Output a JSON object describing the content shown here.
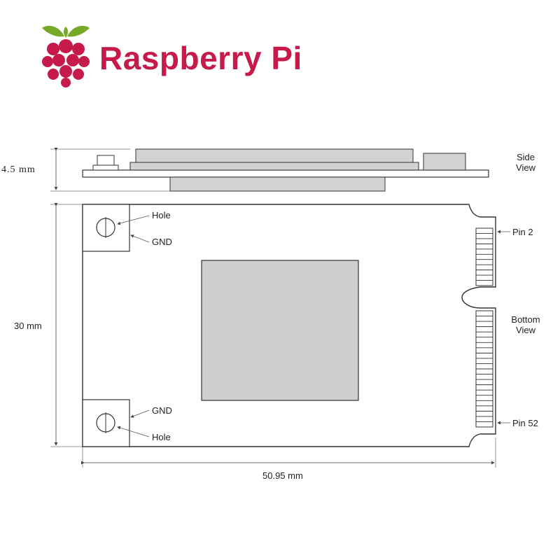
{
  "brand": {
    "name": "Raspberry Pi",
    "color": "#c51a4a",
    "leaf_color": "#75a928",
    "icon": "raspberry-logo-icon"
  },
  "colors": {
    "line": "#333333",
    "component_fill": "#d2d2d2",
    "chip_fill": "#cfcfcf",
    "board_fill": "#ffffff"
  },
  "side_view": {
    "label_line1": "Side",
    "label_line2": "View",
    "height_dimension": "4.5 mm"
  },
  "bottom_view": {
    "label_line1": "Bottom",
    "label_line2": "View",
    "height_dimension": "30 mm",
    "width_dimension": "50.95 mm",
    "top_hole_label": "Hole",
    "top_gnd_label": "GND",
    "bottom_gnd_label": "GND",
    "bottom_hole_label": "Hole",
    "pin_first_label": "Pin 2",
    "pin_last_label": "Pin 52"
  }
}
